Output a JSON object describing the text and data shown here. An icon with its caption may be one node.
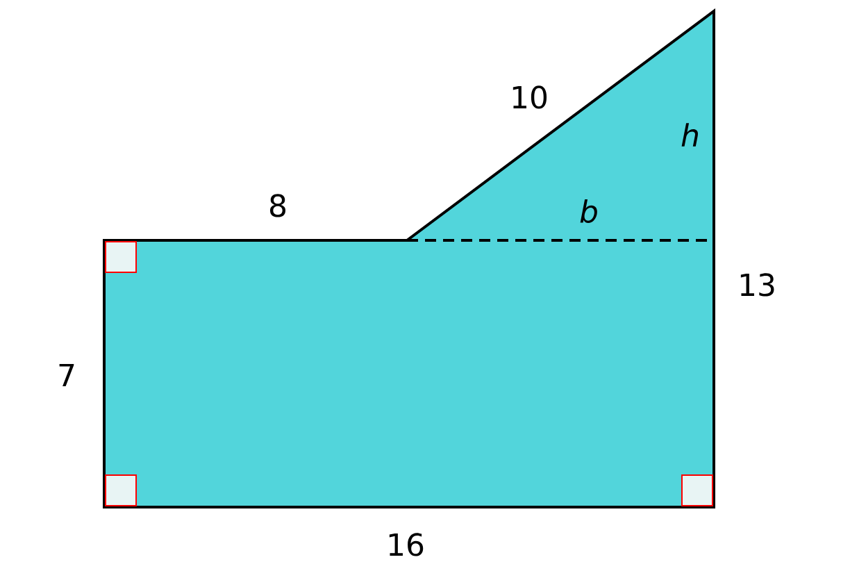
{
  "diagram": {
    "labels": [
      "10",
      "h",
      "8",
      "b",
      "13",
      "7",
      "16"
    ]
  }
}
